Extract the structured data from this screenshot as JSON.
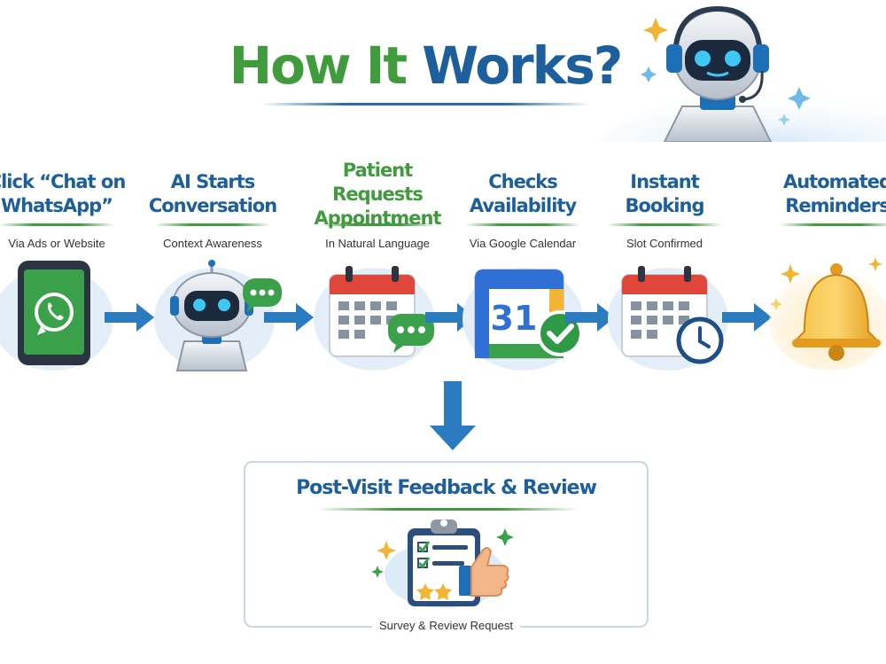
{
  "title": {
    "part1": "How It",
    "part2": "Works?"
  },
  "steps": [
    {
      "title": "Click “Chat on WhatsApp”",
      "subtitle": "Via Ads or Website",
      "icon": "whatsapp-phone-icon"
    },
    {
      "title": "AI Starts Conversation",
      "subtitle": "Context Awareness",
      "icon": "robot-chat-icon"
    },
    {
      "title": "Patient Requests Appointment",
      "subtitle": "In Natural Language",
      "icon": "calendar-chat-icon"
    },
    {
      "title": "Checks Availability",
      "subtitle": "Via Google Calendar",
      "icon": "google-calendar-check-icon",
      "calendar_number": "31"
    },
    {
      "title": "Instant Booking",
      "subtitle": "Slot Confirmed",
      "icon": "calendar-clock-icon"
    },
    {
      "title": "Automated Reminders",
      "subtitle": "",
      "icon": "bell-icon"
    }
  ],
  "feedback": {
    "title": "Post-Visit Feedback & Review",
    "subtitle": "Survey & Review Request",
    "icon": "clipboard-thumbs-up-icon"
  },
  "colors": {
    "blue": "#1c5f9c",
    "green": "#3f9b3c",
    "arrow": "#2a7bbf",
    "red": "#e0463a",
    "gold": "#f2b533"
  }
}
